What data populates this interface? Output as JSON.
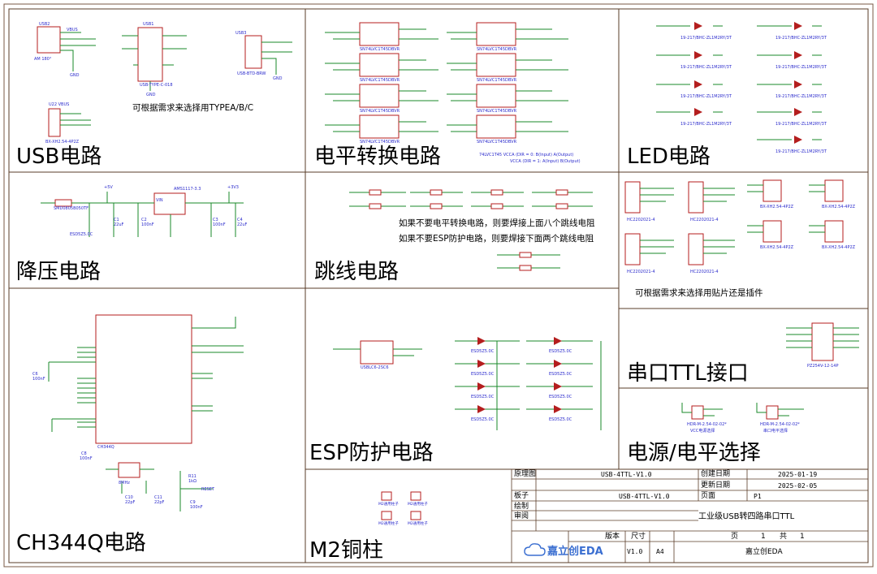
{
  "sections": {
    "usb": "USB电路",
    "level_shift": "电平转换电路",
    "led": "LED电路",
    "buck": "降压电路",
    "jumper": "跳线电路",
    "ttl_port": "串口TTL接口",
    "ch344q": "CH344Q电路",
    "esp": "ESP防护电路",
    "power_select": "电源/电平选择",
    "m2": "M2铜柱"
  },
  "notes": {
    "usb_type": "可根据需求来选择用TYPEA/B/C",
    "jumper_1": "如果不要电平转换电路，则要焊接上面八个跳线电阻",
    "jumper_2": "如果不要ESP防护电路，则要焊接下面两个跳线电阻",
    "socket": "可根据需求来选择用贴片还是插件"
  },
  "title_block": {
    "label_schematic": "原理图",
    "schematic_value": "USB-4TTL-V1.0",
    "label_created": "创建日期",
    "created_value": "2025-01-19",
    "label_updated": "更新日期",
    "updated_value": "2025-02-05",
    "label_board": "板子",
    "board_value": "USB-4TTL-V1.0",
    "label_page": "页面",
    "page_value": "P1",
    "label_draw": "绘制",
    "label_review": "审阅",
    "title_value": "工业级USB转四路串口TTL",
    "label_version": "版本",
    "label_size": "尺寸",
    "label_pg": "页",
    "pg_num": "1",
    "label_total": "共",
    "pg_total": "1",
    "version_value": "V1.0",
    "size_value": "A4",
    "company_value": "嘉立创EDA",
    "logo": "嘉立创EDA"
  },
  "colors": {
    "border": "#5a3c28",
    "wire": "#1a8a2a",
    "label": "#2a2acc",
    "component": "#b41e1e",
    "background": "#ffffff"
  }
}
